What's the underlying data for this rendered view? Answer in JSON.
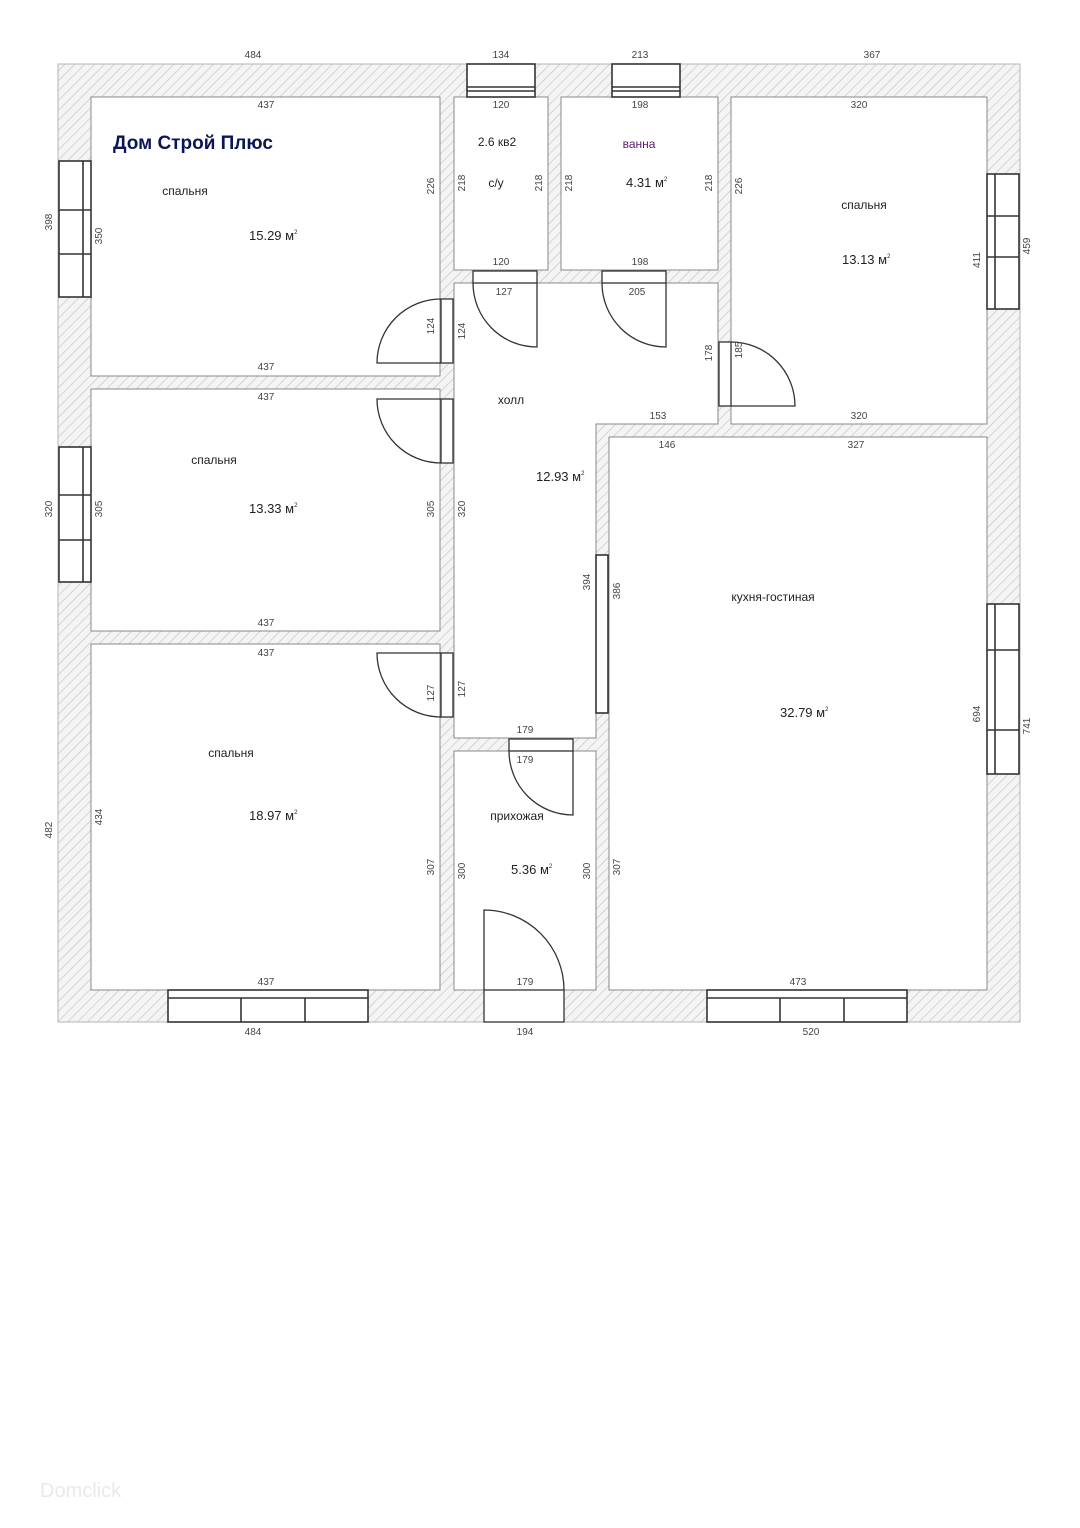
{
  "brand": "Дом Строй Плюс",
  "rooms": {
    "bedroom_nw": {
      "name": "спальня",
      "area": "15.29",
      "unit": "м",
      "unit_sup": "2"
    },
    "bedroom_w": {
      "name": "спальня",
      "area": "13.33",
      "unit": "м",
      "unit_sup": "2"
    },
    "bedroom_sw": {
      "name": "спальня",
      "area": "18.97",
      "unit": "м",
      "unit_sup": "2"
    },
    "wc": {
      "name": "с/у",
      "area_text": "2.6 кв2"
    },
    "bath": {
      "name": "ванна",
      "area": "4.31",
      "unit": "м",
      "unit_sup": "2"
    },
    "bedroom_ne": {
      "name": "спальня",
      "area": "13.13",
      "unit": "м",
      "unit_sup": "2"
    },
    "hall": {
      "name": "холл",
      "area": "12.93",
      "unit": "м",
      "unit_sup": "2"
    },
    "kitchen": {
      "name": "кухня-гостиная",
      "area": "32.79",
      "unit": "м",
      "unit_sup": "2"
    },
    "entry": {
      "name": "прихожая",
      "area": "5.36",
      "unit": "м",
      "unit_sup": "2"
    }
  },
  "dimensions": {
    "top_outer": [
      "484",
      "134",
      "213",
      "367"
    ],
    "bottom_outer": [
      "484",
      "194",
      "520"
    ],
    "left_outer": [
      "398",
      "320",
      "482"
    ],
    "right_outer": [
      "459",
      "741"
    ],
    "bedroom_nw": {
      "top": "437",
      "bottom": "437",
      "left": "350",
      "right": "226",
      "door": "124"
    },
    "bedroom_w": {
      "top": "437",
      "bottom": "437",
      "left": "305",
      "right": "305"
    },
    "bedroom_sw": {
      "top": "437",
      "bottom": "437",
      "left": "434",
      "right": "307",
      "door": "127"
    },
    "wc": {
      "top": "120",
      "bottom": "120",
      "left": "218",
      "right": "218"
    },
    "bath": {
      "top": "198",
      "bottom": "198",
      "left": "218",
      "right": "218"
    },
    "bedroom_ne": {
      "top": "320",
      "bottom": "320",
      "left": "226",
      "right": "411",
      "door": "185"
    },
    "hall": {
      "top_left": "127",
      "top_right": "205",
      "left_top": "124",
      "left_mid": "320",
      "left_bottom": "127",
      "right_step": "153",
      "right_upper": "178",
      "right_lower": "394",
      "bottom": "179"
    },
    "kitchen": {
      "top_left": "146",
      "top": "327",
      "left": "386",
      "left_lower": "307",
      "right": "694",
      "bottom": "473"
    },
    "entry": {
      "top": "179",
      "bottom": "179",
      "left": "300",
      "right": "300"
    }
  },
  "watermark": "Domclick"
}
